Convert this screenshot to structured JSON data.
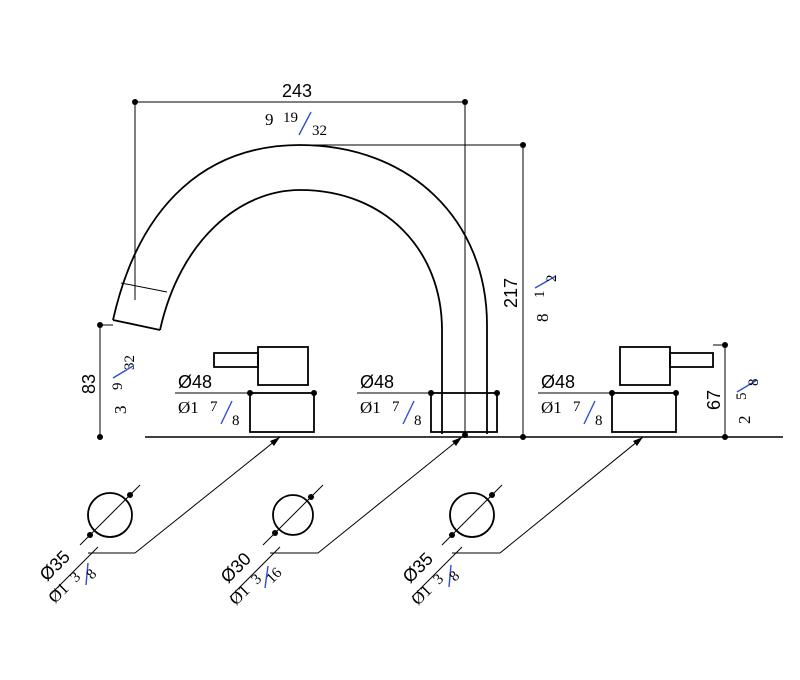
{
  "dimensions": {
    "spout_reach_mm": "243",
    "spout_reach_in_whole": "9",
    "spout_reach_in_num": "19",
    "spout_reach_in_den": "32",
    "spout_height_mm": "217",
    "spout_height_in_whole": "8",
    "spout_height_in_num": "1",
    "spout_height_in_den": "2",
    "outlet_height_mm": "83",
    "outlet_height_in_whole": "3",
    "outlet_height_in_num": "9",
    "outlet_height_in_den": "32",
    "handle_height_mm": "67",
    "handle_height_in_whole": "2",
    "handle_height_in_num": "5",
    "handle_height_in_den": "8",
    "left_base_mm": "Ø48",
    "left_base_in_whole": "Ø1",
    "left_base_in_num": "7",
    "left_base_in_den": "8",
    "center_base_mm": "Ø48",
    "center_base_in_whole": "Ø1",
    "center_base_in_num": "7",
    "center_base_in_den": "8",
    "right_base_mm": "Ø48",
    "right_base_in_whole": "Ø1",
    "right_base_in_num": "7",
    "right_base_in_den": "8",
    "left_hole_mm": "Ø35",
    "left_hole_in_whole": "Ø1",
    "left_hole_in_num": "3",
    "left_hole_in_den": "8",
    "center_hole_mm": "Ø30",
    "center_hole_in_whole": "Ø1",
    "center_hole_in_num": "3",
    "center_hole_in_den": "16",
    "right_hole_mm": "Ø35",
    "right_hole_in_whole": "Ø1",
    "right_hole_in_num": "3",
    "right_hole_in_den": "8"
  },
  "colors": {
    "line": "#000000",
    "fraction_slash": "#2d4fd6",
    "background": "#ffffff"
  }
}
